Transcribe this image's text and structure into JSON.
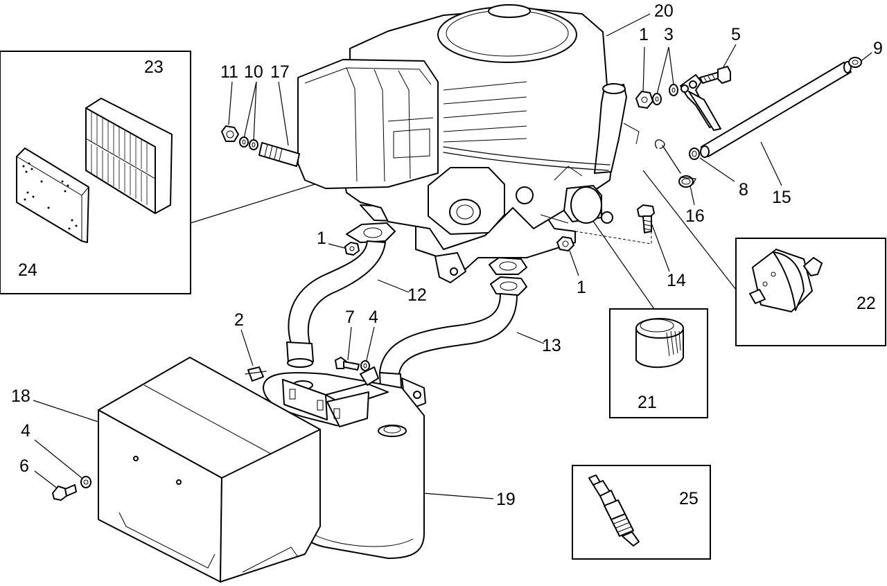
{
  "callouts": {
    "c1a": "1",
    "c1b": "1",
    "c1c": "1",
    "c2": "2",
    "c3": "3",
    "c4a": "4",
    "c4b": "4",
    "c5": "5",
    "c6": "6",
    "c7": "7",
    "c8": "8",
    "c9": "9",
    "c10": "10",
    "c11": "11",
    "c12": "12",
    "c13": "13",
    "c14": "14",
    "c15": "15",
    "c16": "16",
    "c17": "17",
    "c18": "18",
    "c19": "19",
    "c20": "20",
    "c21": "21",
    "c22": "22",
    "c23": "23",
    "c24": "24",
    "c25": "25"
  }
}
